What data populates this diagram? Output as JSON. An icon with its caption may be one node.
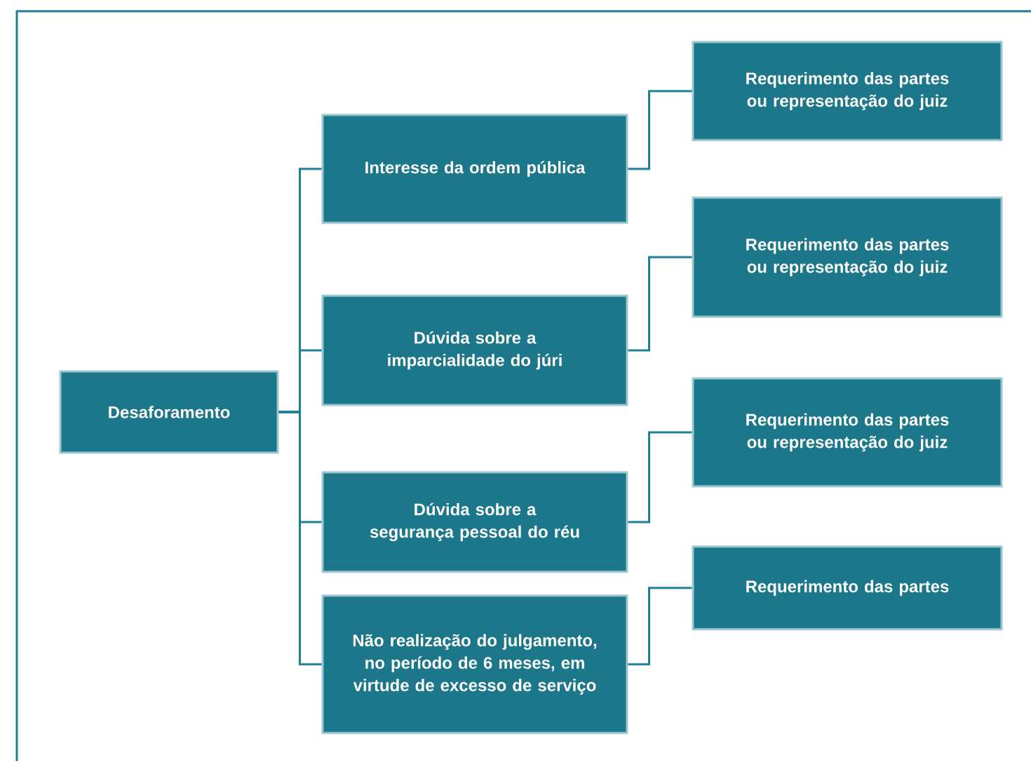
{
  "diagram": {
    "nodes": [
      {
        "text": [
          "Desaforamento"
        ]
      },
      {
        "text": [
          "Interesse da ordem pública"
        ]
      },
      {
        "text": [
          "Requerimento das partes ou representação do juiz"
        ]
      },
      {
        "text": [
          "Dúvida sobre a imparcialidade do júri"
        ]
      },
      {
        "text": [
          "Requerimento das partes ou representação do juiz"
        ]
      },
      {
        "text": [
          "Dúvida sobre a segurança pessoal do réu"
        ]
      },
      {
        "text": [
          "Requerimento das partes ou representação do juiz"
        ]
      },
      {
        "text": [
          "Não realização do julgamento, no período de 6 meses, em virtude de excesso de serviço"
        ]
      },
      {
        "text": [
          "Requerimento das partes"
        ]
      }
    ],
    "edges": [
      {
        "from": 0,
        "to": 1,
        "arrow": "none"
      },
      {
        "from": 0,
        "to": 3,
        "arrow": "none"
      },
      {
        "from": 0,
        "to": 5,
        "arrow": "none"
      },
      {
        "from": 0,
        "to": 7,
        "arrow": "none"
      },
      {
        "from": 1,
        "to": 2,
        "arrow": "none"
      },
      {
        "from": 3,
        "to": 4,
        "arrow": "none"
      },
      {
        "from": 5,
        "to": 6,
        "arrow": "none"
      },
      {
        "from": 7,
        "to": 8,
        "arrow": "none"
      }
    ]
  }
}
